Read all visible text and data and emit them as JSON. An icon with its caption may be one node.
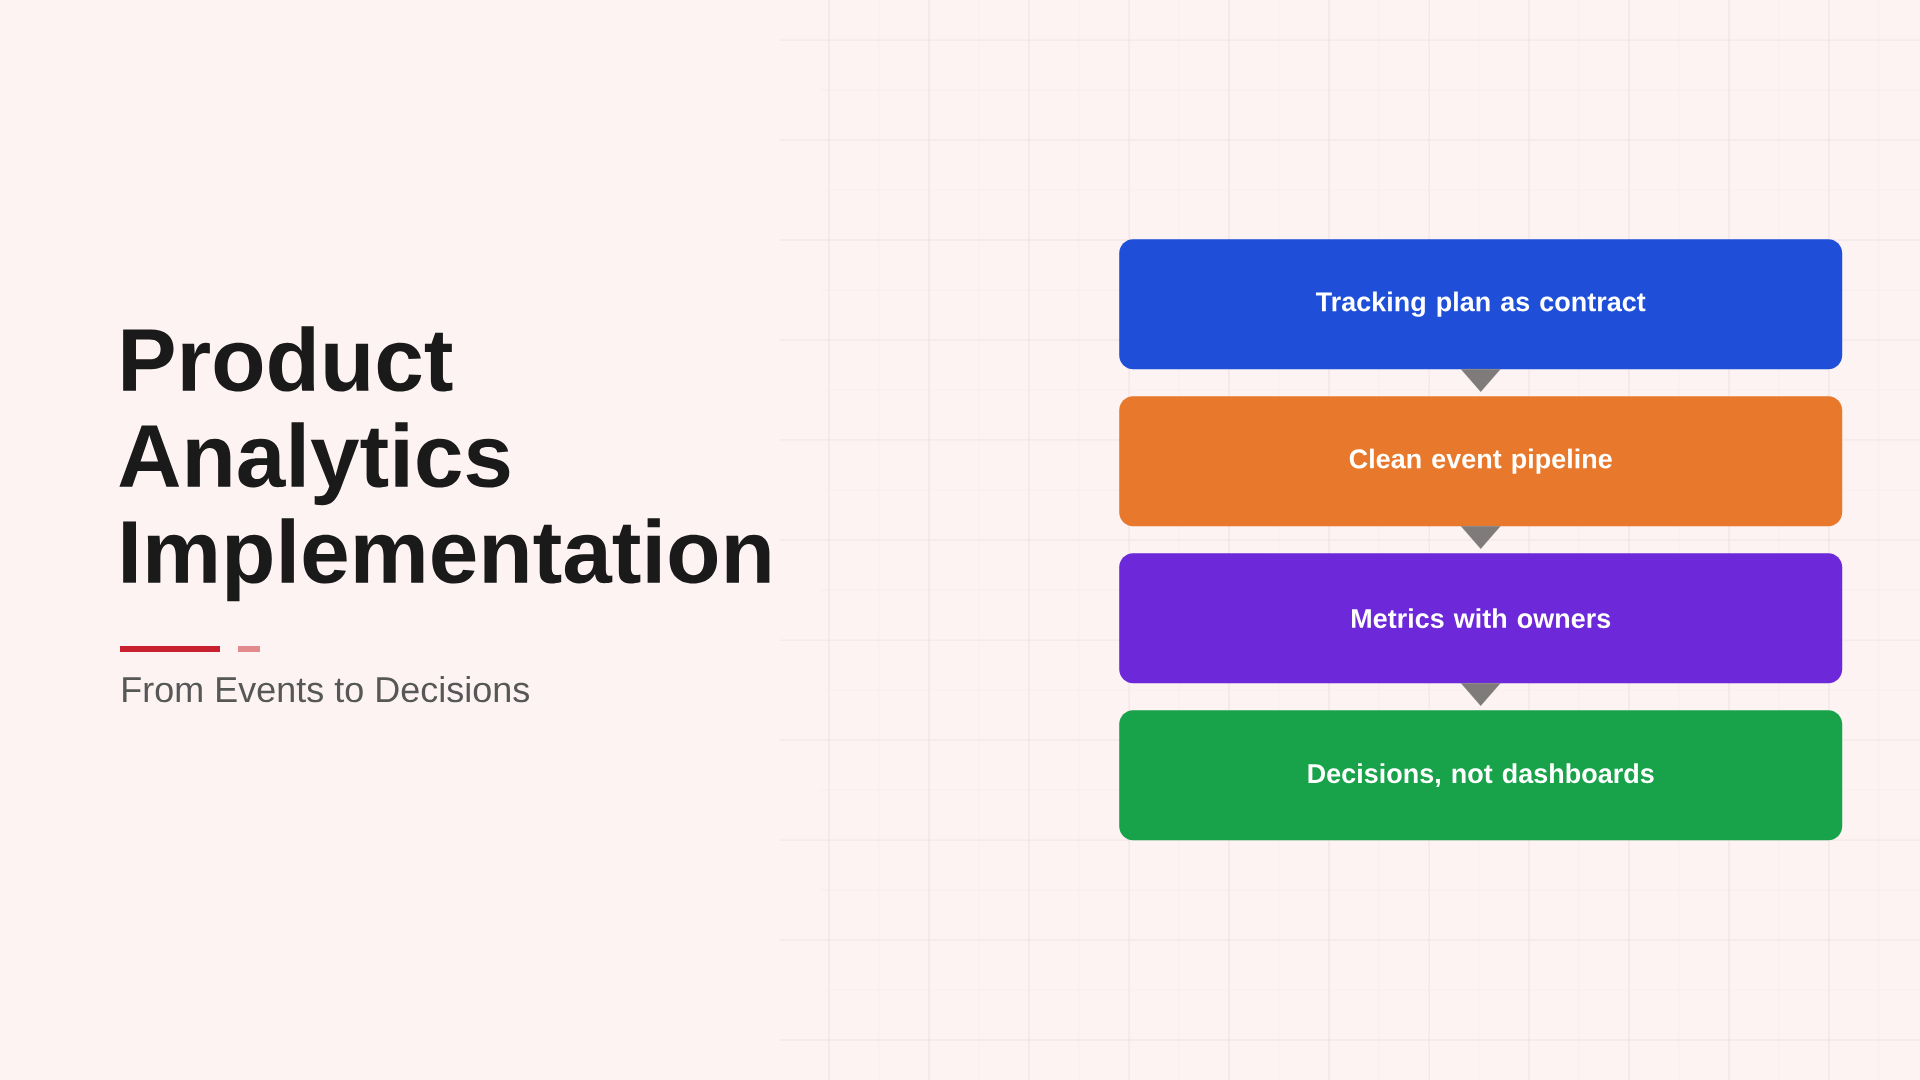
{
  "diagram": {
    "title": "Product Analytics Implementation",
    "nodes": [
      {
        "text": [
          "Tracking plan as contract"
        ]
      },
      {
        "text": [
          "Clean event pipeline"
        ]
      },
      {
        "text": [
          "Metrics with owners"
        ]
      },
      {
        "text": [
          "Decisions, not dashboards"
        ]
      }
    ],
    "edges": [
      {
        "from": 0,
        "to": 1,
        "arrow": "to"
      },
      {
        "from": 1,
        "to": 2,
        "arrow": "to"
      },
      {
        "from": 2,
        "to": 3,
        "arrow": "to"
      }
    ],
    "labels": [
      "From Events to Decisions"
    ]
  }
}
